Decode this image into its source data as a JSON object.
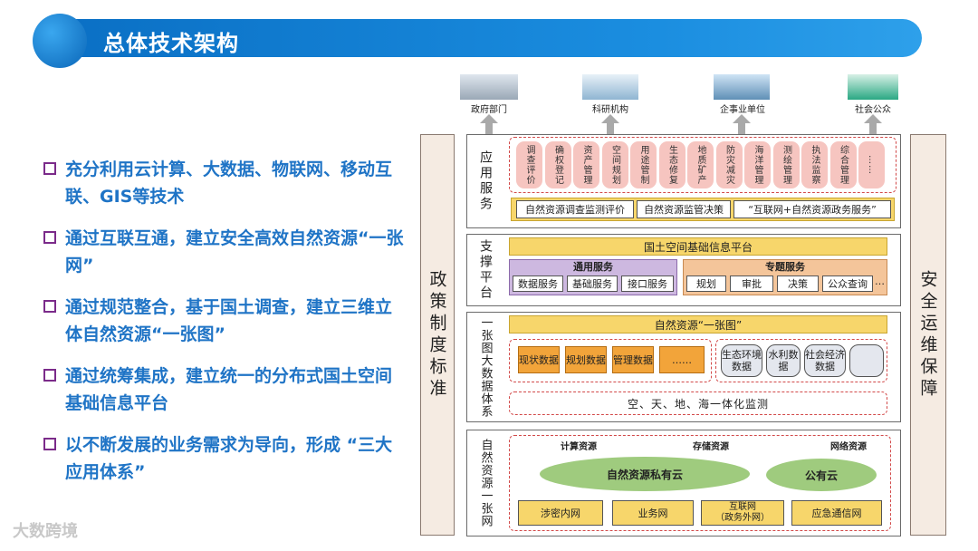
{
  "header": {
    "title": "总体技术架构"
  },
  "bullets": [
    "充分利用云计算、大数据、物联网、移动互联、GIS等技术",
    "通过互联互通，建立安全高效自然资源“一张网”",
    "通过规范整合，基于国土调查，建立三维立体自然资源“一张图”",
    "通过统筹集成，建立统一的分布式国土空间基础信息平台",
    "以不断发展的业务需求为导向，形成 “三大应用体系”"
  ],
  "diagram": {
    "left_side": "政策制度标准",
    "right_side": "安全运维保障",
    "entities": [
      "政府部门",
      "科研机构",
      "企事业单位",
      "社会公众"
    ],
    "layers": {
      "app": {
        "label": "应用服务",
        "pills": [
          "调查评价",
          "确权登记",
          "资产管理",
          "空间规划",
          "用途管制",
          "生态修复",
          "地质矿产",
          "防灾减灾",
          "海洋管理",
          "测绘管理",
          "执法监察",
          "综合管理",
          "……"
        ],
        "bottom": [
          "自然资源调查监测评价",
          "自然资源监管决策",
          "“互联网+自然资源政务服务”"
        ]
      },
      "support": {
        "label": "支撑平台",
        "platform": "国土空间基础信息平台",
        "general": {
          "title": "通用服务",
          "items": [
            "数据服务",
            "基础服务",
            "接口服务"
          ]
        },
        "special": {
          "title": "专题服务",
          "items": [
            "规划",
            "审批",
            "决策",
            "公众查询",
            "…"
          ]
        }
      },
      "data": {
        "label": "一张图大数据体系",
        "title": "自然资源“一张图”",
        "left_items": [
          "现状数据",
          "规划数据",
          "管理数据",
          "……"
        ],
        "right_items": [
          "生态环境数据",
          "水利数据",
          "社会经济数据",
          ""
        ],
        "monitor": "空、天、地、海一体化监测"
      },
      "net": {
        "label": "自然资源一张网",
        "resources": [
          "计算资源",
          "存储资源",
          "网络资源"
        ],
        "clouds": [
          "自然资源私有云",
          "公有云"
        ],
        "networks": [
          "涉密内网",
          "业务网",
          "互联网\n（政务外网）",
          "应急通信网"
        ]
      }
    }
  },
  "watermark": "大数跨境"
}
